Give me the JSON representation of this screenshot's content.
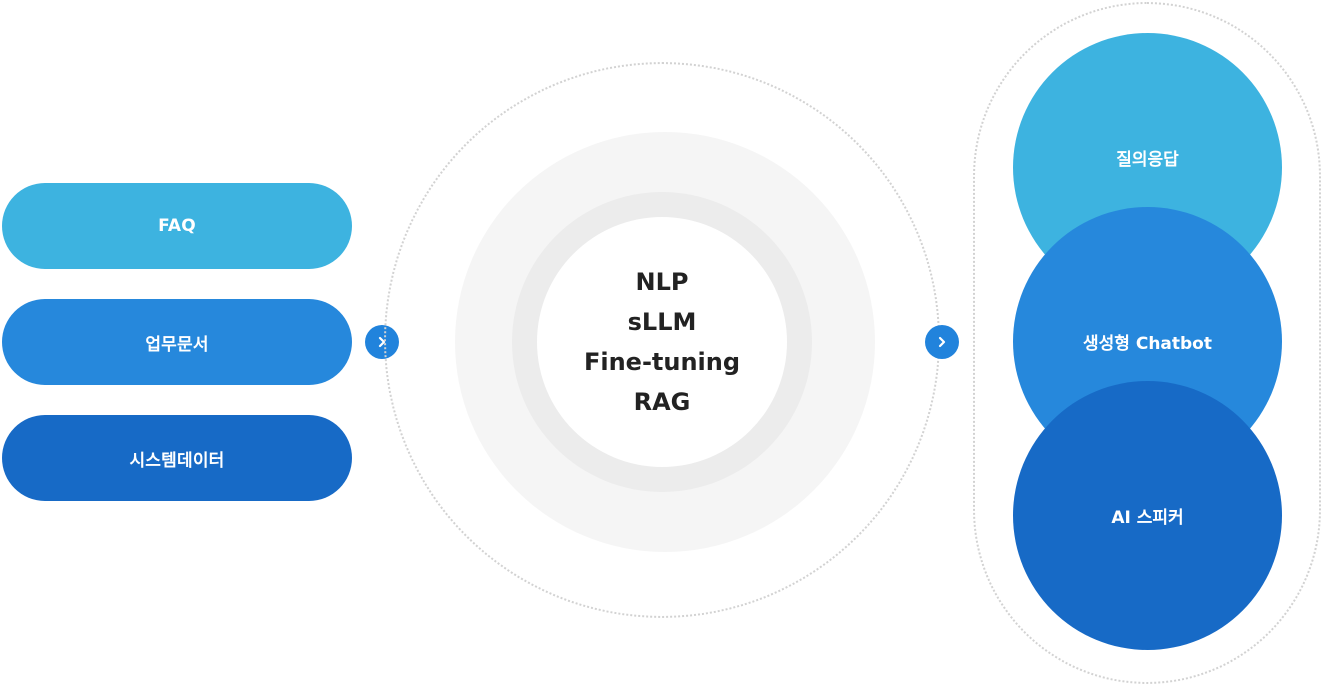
{
  "inputs": [
    {
      "label": "FAQ",
      "color": "#3db3e0"
    },
    {
      "label": "업무문서",
      "color": "#2688dc"
    },
    {
      "label": "시스템데이터",
      "color": "#176ac6"
    }
  ],
  "core": {
    "lines": [
      "NLP",
      "sLLM",
      "Fine-tuning",
      "RAG"
    ]
  },
  "outputs": [
    {
      "label": "질의응답",
      "color": "#3db3e0"
    },
    {
      "label": "생성형 Chatbot",
      "color": "#2688dc"
    },
    {
      "label": "AI 스피커",
      "color": "#176ac6"
    }
  ],
  "arrows": [
    {
      "icon": "chevron-right-icon"
    },
    {
      "icon": "chevron-right-icon"
    }
  ],
  "colors": {
    "arrow": "#2183dc",
    "ring_light": "#f5f5f5",
    "ring_mid": "#ececec",
    "dotted_border": "#d2d2d2"
  }
}
